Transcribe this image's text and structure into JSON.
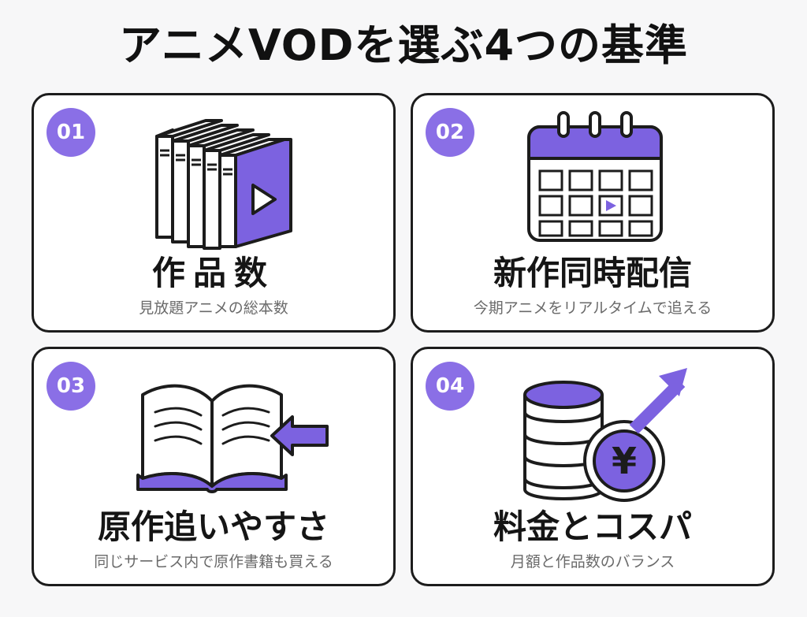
{
  "title": "アニメVODを選ぶ4つの基準",
  "colors": {
    "accent": "#8a6fe6",
    "outline": "#1c1c1c"
  },
  "cards": [
    {
      "number": "01",
      "icon": "video-library-icon",
      "title": "作品数",
      "subtitle": "見放題アニメの総本数"
    },
    {
      "number": "02",
      "icon": "calendar-play-icon",
      "title": "新作同時配信",
      "subtitle": "今期アニメをリアルタイムで追える"
    },
    {
      "number": "03",
      "icon": "open-book-arrow-icon",
      "title": "原作追いやすさ",
      "subtitle": "同じサービス内で原作書籍も買える"
    },
    {
      "number": "04",
      "icon": "coins-yen-growth-icon",
      "title": "料金とコスパ",
      "subtitle": "月額と作品数のバランス"
    }
  ]
}
